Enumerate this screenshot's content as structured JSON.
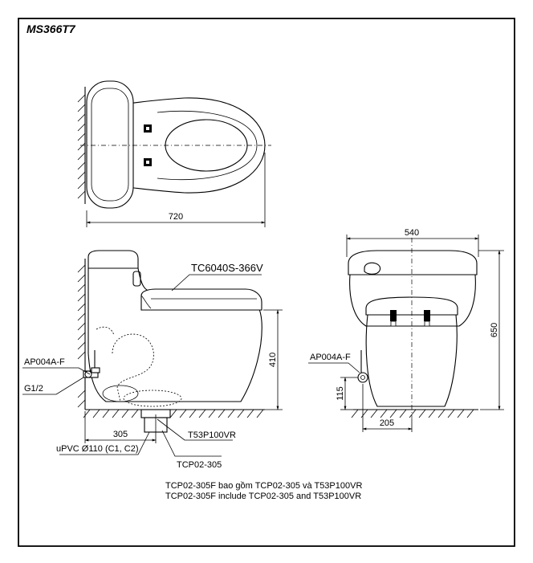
{
  "model": "MS366T7",
  "dimensions": {
    "top_length": "720",
    "height": "410",
    "front_width": "540",
    "front_height": "650",
    "rough_in": "305",
    "supply_height": "115",
    "supply_offset": "205"
  },
  "parts": {
    "seat": "TC6040S-366V",
    "angle_valve_side": "AP004A-F",
    "angle_valve_front": "AP004A-F",
    "thread": "G1/2",
    "flange": "T53P100VR",
    "pipe": "uPVC Ø110 (C1, C2)",
    "adapter": "TCP02-305"
  },
  "notes": [
    "TCP02-305F bao gồm TCP02-305 và T53P100VR",
    "TCP02-305F include TCP02-305 and T53P100VR"
  ]
}
